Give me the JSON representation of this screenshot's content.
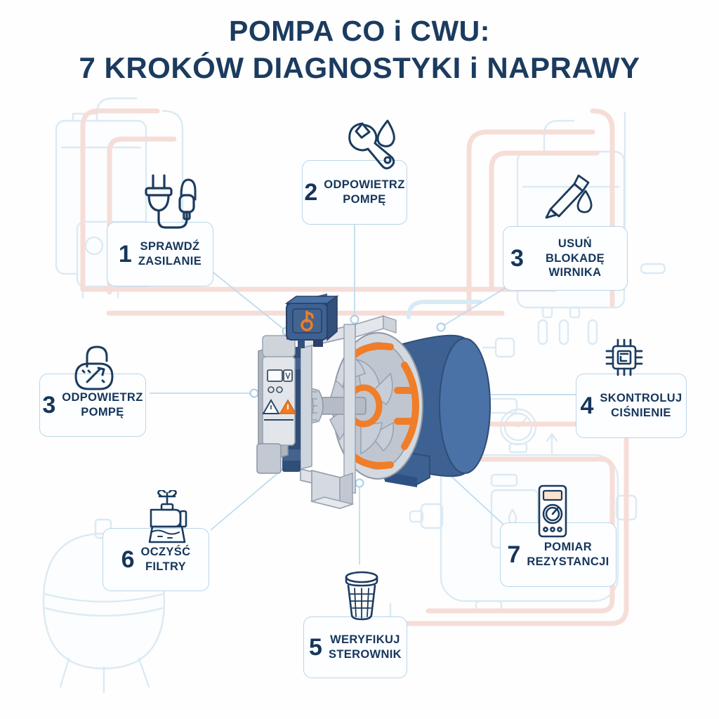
{
  "title": {
    "line1": "POMPA CO i CWU:",
    "line2": "7 KROKÓW DIAGNOSTYKI i NAPRAWY"
  },
  "colors": {
    "title_navy": "#1b3b5f",
    "text_navy": "#15365c",
    "card_border": "#b9d6e8",
    "connector": "#bfdcef",
    "bg_outline_blue": "#d3e6f2",
    "bg_outline_pink": "#f7ddd8",
    "accent_orange": "#f07d28",
    "motor_blue": "#3d6192",
    "body_grey": "#c9ced6"
  },
  "steps": [
    {
      "number": "1",
      "line1": "SPRAWDŹ",
      "line2": "ZASILANIE",
      "icon": "power-plug-icon"
    },
    {
      "number": "2",
      "line1": "ODPOWIETRZ",
      "line2": "POMPĘ",
      "icon": "wrench-droplet-icon"
    },
    {
      "number": "3",
      "line1": "USUŃ BLOKADĘ",
      "line2": "WIRNIKA",
      "icon": "screwdriver-droplet-icon"
    },
    {
      "number": "3",
      "line1": "ODPOWIETRZ",
      "line2": "POMPĘ",
      "icon": "unlock-icon"
    },
    {
      "number": "4",
      "line1": "SKONTROLUJ",
      "line2": "CIŚNIENIE",
      "icon": "chip-icon"
    },
    {
      "number": "5",
      "line1": "WERYFIKUJ",
      "line2": "STEROWNIK",
      "icon": "filter-basket-icon"
    },
    {
      "number": "6",
      "line1": "OCZYŚĆ",
      "line2": "FILTRY",
      "icon": "valve-faucet-icon"
    },
    {
      "number": "7",
      "line1": "POMIAR",
      "line2": "REZYSTANCJI",
      "icon": "multimeter-icon"
    }
  ],
  "central_illustration": {
    "name": "circulation-pump",
    "parts": [
      "motor-housing",
      "impeller-wheel",
      "control-module",
      "display-panel",
      "warning-labels",
      "mounting-feet"
    ]
  },
  "background_objects": [
    "wall-boiler-left",
    "wall-boiler-right",
    "expansion-vessel",
    "buffer-tank",
    "pressure-gauge",
    "pipework"
  ]
}
